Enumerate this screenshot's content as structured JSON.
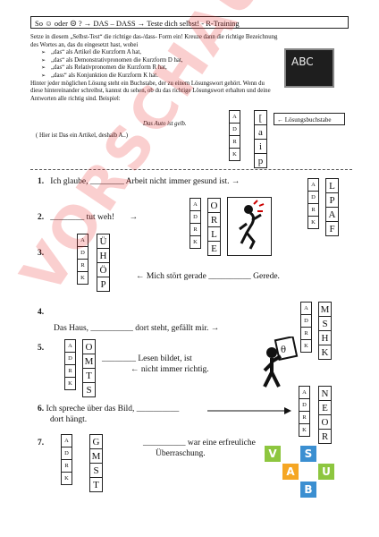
{
  "header": {
    "title": "So ☺ oder ☹ ? → DAS – DASS → Teste dich selbst!   -    R-Training"
  },
  "intro": {
    "lines": [
      "Setze in diesem „Selbst-Test“ die richtige das-/dass- Form ein! Kreuze dann die richtige Bezeichnung",
      "des Wortes an, das du eingesetzt hast, wobei"
    ],
    "bullets": [
      "„das“ als Artikel die Kurzform A hat,",
      "„das“ als Demonstrativpronomen die Kurzform D hat,",
      "„das“ als Relativpronomen die Kurzform R hat,",
      "„dass“ als Konjunktion die Kurzform K hat."
    ],
    "more": [
      "Hinter jeder möglichen Lösung steht ein Buchstabe, der zu einem Lösungswort gehört. Wenn du",
      "diese hintereinander schreibst, kannst du sehen, ob du das richtige Lösungswort erhalten und deine",
      "Antworten alle richtig sind. Beispiel:"
    ],
    "example_sentence": "Das Auto ist gelb.",
    "example_note": "( Hier ist Das ein Artikel, deshalb A..)",
    "solution_label": "← Lösungsbuchstabe"
  },
  "example_boxes": {
    "small": [
      "A",
      "D",
      "R",
      "K"
    ],
    "big": [
      "[",
      "a",
      "i",
      "p"
    ]
  },
  "questions": [
    {
      "num": "1.",
      "parts": [
        "Ich glaube, ________ Arbeit nicht immer gesund ist.  →"
      ],
      "small": [
        "A",
        "D",
        "R",
        "K"
      ],
      "big": [
        "L",
        "P",
        "A",
        "F"
      ]
    },
    {
      "num": "2.",
      "parts": [
        "________ tut weh!",
        "→"
      ],
      "small": [
        "A",
        "D",
        "R",
        "K"
      ],
      "big": [
        "O",
        "R",
        "L",
        "E"
      ]
    },
    {
      "num": "3.",
      "parts": [
        "← Mich stört gerade __________ Gerede."
      ],
      "small": [
        "A",
        "D",
        "R",
        "K"
      ],
      "big": [
        "Ü",
        "H",
        "Ö",
        "P"
      ]
    },
    {
      "num": "4.",
      "parts": [
        "Das Haus, __________ dort steht, gefällt mir.  →"
      ],
      "small": [
        "A",
        "D",
        "R",
        "K"
      ],
      "big": [
        "M",
        "S",
        "H",
        "K"
      ]
    },
    {
      "num": "5.",
      "parts": [
        "________ Lesen bildet, ist",
        "← nicht immer richtig."
      ],
      "small": [
        "A",
        "D",
        "R",
        "K"
      ],
      "big": [
        "O",
        "M",
        "T",
        "S"
      ]
    },
    {
      "num": "6.",
      "parts": [
        "Ich spreche über das Bild, __________",
        "dort hängt."
      ],
      "small": [
        "A",
        "D",
        "R",
        "K"
      ],
      "big": [
        "N",
        "E",
        "O",
        "R"
      ]
    },
    {
      "num": "7.",
      "parts": [
        "__________ war eine erfreuliche",
        "Überraschung."
      ],
      "small": [
        "A",
        "D",
        "R",
        "K"
      ],
      "big": [
        "G",
        "M",
        "S",
        "T"
      ]
    }
  ],
  "images": {
    "chalkboard_text": "ABC"
  },
  "watermark": {
    "text": "VORSCHAU"
  },
  "logo": {
    "letters": [
      "V",
      "S",
      "A",
      "U",
      "B"
    ]
  },
  "colors": {
    "watermark": "#e62323",
    "logo_green": "#8dc63f",
    "logo_blue": "#3b8fd1",
    "logo_orange": "#f5a623"
  }
}
